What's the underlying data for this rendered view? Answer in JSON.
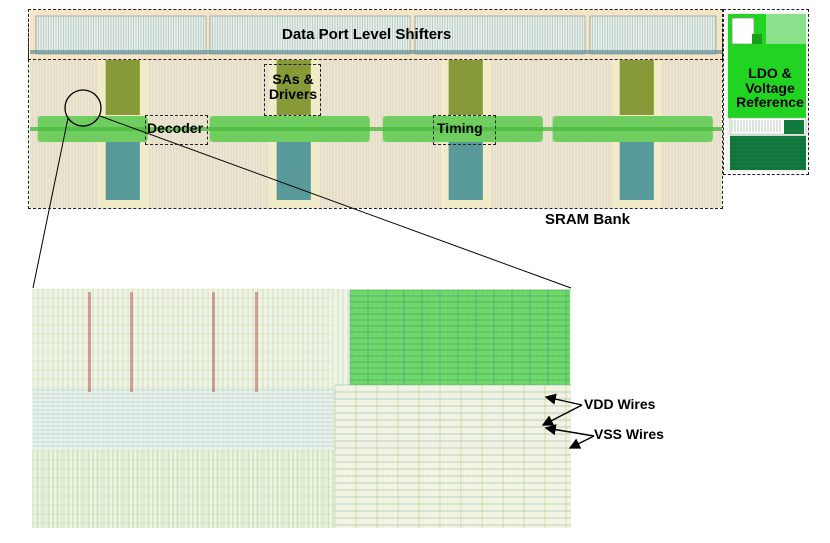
{
  "layout_blocks": {
    "data_port": "Data Port Level Shifters",
    "sense_amps": [
      "SAs &",
      "Drivers"
    ],
    "decoder": "Decoder",
    "timing": "Timing",
    "sram_bank": "SRAM Bank",
    "ldo": [
      "LDO &",
      "Voltage",
      "Reference"
    ]
  },
  "zoom_annotations": {
    "vdd": "VDD Wires",
    "vss": "VSS Wires"
  },
  "colors": {
    "array_fill": "#ece6d2",
    "level_shifter_fill": "#f6e4c6",
    "wordline_green": "#7bd86a",
    "bright_green": "#21d421",
    "dark_green": "#137a3f",
    "column_olive": "#8aa02a",
    "wire_blue": "#2c8f9c",
    "zoom_bg": "#f0f4e8"
  }
}
